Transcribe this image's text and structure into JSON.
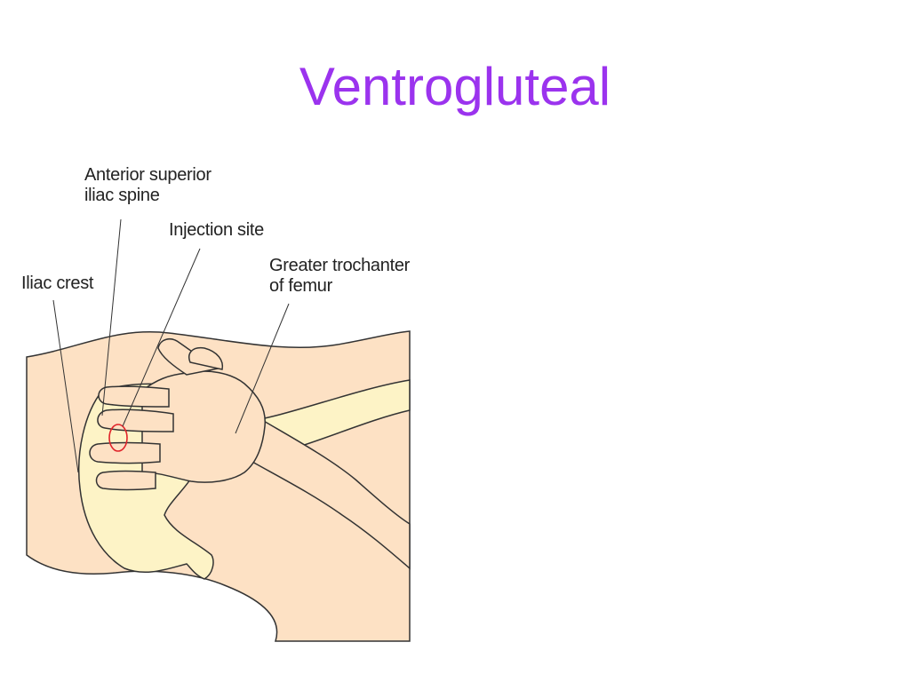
{
  "slide": {
    "title": "Ventrogluteal",
    "title_color": "#9b33ee"
  },
  "diagram": {
    "labels": {
      "anterior_superior_line1": "Anterior superior",
      "anterior_superior_line2": "iliac spine",
      "injection_site": "Injection site",
      "greater_trochanter_line1": "Greater trochanter",
      "greater_trochanter_line2": "of femur",
      "iliac_crest": "Iliac crest"
    },
    "colors": {
      "skin": "#fde1c4",
      "bone": "#fdf3c6",
      "outline": "#333333",
      "injection_marker": "#e0242a"
    }
  }
}
